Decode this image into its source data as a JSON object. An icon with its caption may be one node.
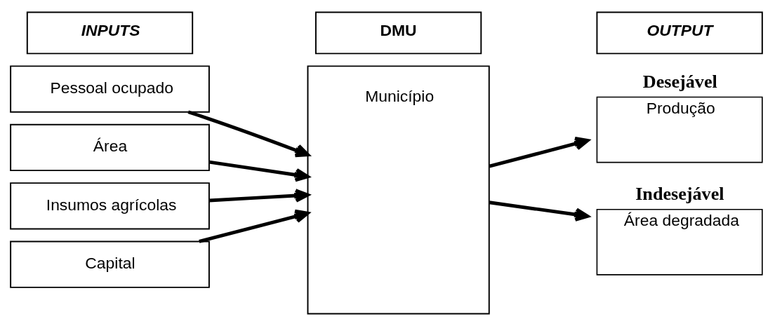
{
  "diagram": {
    "nodes": [
      {
        "text": [
          "INPUTS"
        ]
      },
      {
        "text": [
          "DMU"
        ]
      },
      {
        "text": [
          "OUTPUT"
        ]
      },
      {
        "text": [
          "Pessoal ocupado"
        ]
      },
      {
        "text": [
          "Área"
        ]
      },
      {
        "text": [
          "Insumos agrícolas"
        ]
      },
      {
        "text": [
          "Capital"
        ]
      },
      {
        "text": [
          "Município"
        ]
      },
      {
        "text": [
          "Desejável",
          "Produção"
        ]
      },
      {
        "text": [
          "Indesejável",
          "Área degradada"
        ]
      }
    ],
    "edges": [
      {
        "from": 3,
        "to": 7,
        "arrow": "to"
      },
      {
        "from": 4,
        "to": 7,
        "arrow": "to"
      },
      {
        "from": 5,
        "to": 7,
        "arrow": "to"
      },
      {
        "from": 6,
        "to": 7,
        "arrow": "to"
      },
      {
        "from": 7,
        "to": 8,
        "arrow": "to"
      },
      {
        "from": 7,
        "to": 9,
        "arrow": "to"
      }
    ]
  }
}
